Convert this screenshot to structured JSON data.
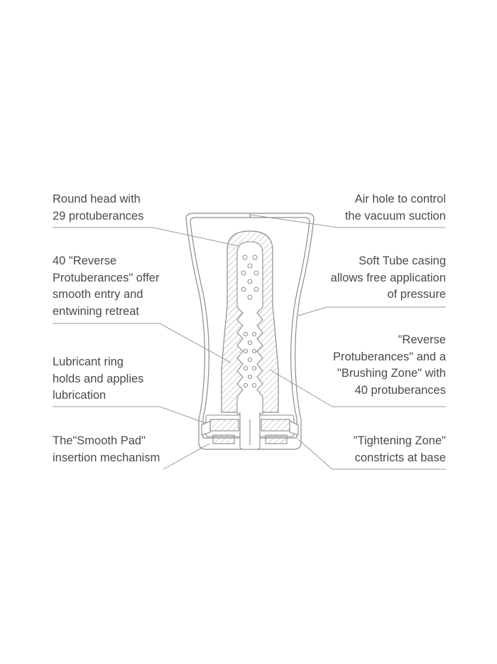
{
  "callouts_left": [
    {
      "id": "round-head",
      "lines": [
        "Round head with",
        "29 protuberances"
      ]
    },
    {
      "id": "reverse-protuberances",
      "lines": [
        "40 \"Reverse",
        "Protuberances\" offer",
        "smooth entry and",
        "entwining retreat"
      ]
    },
    {
      "id": "lubricant-ring",
      "lines": [
        "Lubricant ring",
        "holds and applies",
        "lubrication"
      ]
    },
    {
      "id": "smooth-pad",
      "lines": [
        "The\"Smooth Pad\"",
        "insertion mechanism"
      ]
    }
  ],
  "callouts_right": [
    {
      "id": "air-hole",
      "lines": [
        "Air hole to control",
        "the vacuum suction"
      ]
    },
    {
      "id": "soft-tube",
      "lines": [
        "Soft Tube casing",
        "allows free application",
        "of pressure"
      ]
    },
    {
      "id": "brushing-zone",
      "lines": [
        "\"Reverse",
        "Protuberances\" and a",
        "\"Brushing Zone\" with",
        "40 protuberances"
      ]
    },
    {
      "id": "tightening-zone",
      "lines": [
        "\"Tightening Zone\"",
        "constricts at base"
      ]
    }
  ],
  "colors": {
    "text": "#4a4a4a",
    "line": "#9a9a9a",
    "drawing": "#8c8c8c"
  }
}
